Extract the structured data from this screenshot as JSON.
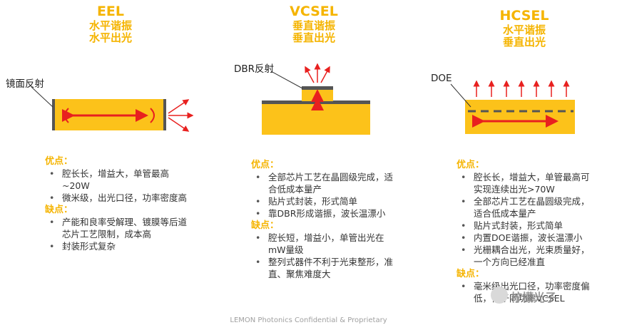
{
  "eel": {
    "title": "EEL",
    "subtitle1": "水平谐振",
    "subtitle2": "水平出光",
    "mirror_label": "镜面反射",
    "pros_head": "优点：",
    "pros": [
      "腔长长，增益大，单管最高~20W",
      "微米级，出光口径，功率密度高"
    ],
    "cons_head": "缺点：",
    "cons": [
      "产能和良率受解理、镀膜等后道芯片工艺限制，成本高",
      "封装形式复杂"
    ]
  },
  "vcsel": {
    "title": "VCSEL",
    "subtitle1": "垂直谐振",
    "subtitle2": "垂直出光",
    "dbr_label": "DBR反射",
    "pros_head": "优点：",
    "pros": [
      "全部芯片工艺在晶圆级完成，适合低成本量产",
      "贴片式封装，形式简单",
      "靠DBR形成谐振，波长温漂小"
    ],
    "cons_head": "缺点：",
    "cons": [
      "腔长短，增益小，单管出光在mW量级",
      "整列式器件不利于光束整形，准直、聚焦难度大"
    ]
  },
  "hcsel": {
    "title": "HCSEL",
    "subtitle1": "水平谐振",
    "subtitle2": "垂直出光",
    "doe_label": "DOE",
    "pros_head": "优点：",
    "pros": [
      "腔长长，增益大，单管最高可实现连续出光>70W",
      "全部芯片工艺在晶圆级完成，适合低成本量产",
      "贴片式封装，形式简单",
      "内置DOE谐振，波长温漂小",
      "光栅耦合出光，光束质量好，一个方向已经准直"
    ],
    "cons_head": "缺点：",
    "cons": [
      "毫米级出光口径，功率密度偏低，低于同功率VCSEL"
    ]
  },
  "footer": "LEMON Photonics Confidential & Proprietary",
  "watermark": "柠檬光子",
  "colors": {
    "accent": "#f5b400",
    "chip": "#fcc21a",
    "arrow": "#e8201f",
    "dark": "#555555"
  }
}
